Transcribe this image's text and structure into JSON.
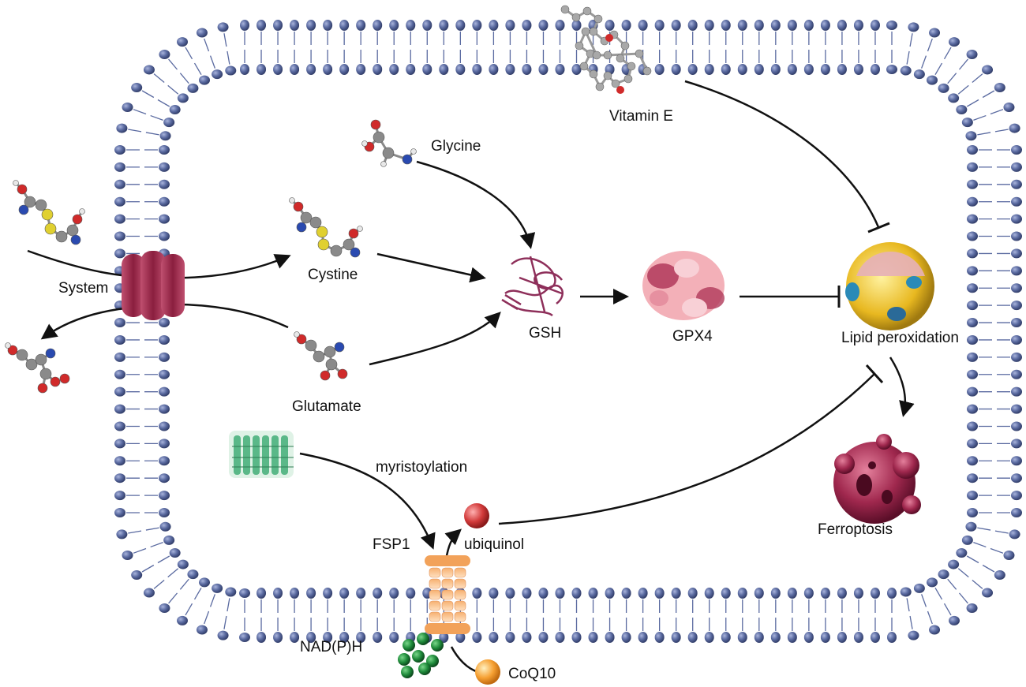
{
  "labels": {
    "vitamin_e": "Vitamin E",
    "glycine": "Glycine",
    "cystine": "Cystine",
    "system": "System",
    "glutamate": "Glutamate",
    "gsh": "GSH",
    "gpx4": "GPX4",
    "lipid_peroxidation": "Lipid peroxidation",
    "ferroptosis": "Ferroptosis",
    "myristoylation": "myristoylation",
    "fsp1": "FSP1",
    "ubiquinol": "ubiquinol",
    "nadph": "NAD(P)H",
    "coq10": "CoQ10"
  },
  "colors": {
    "membrane_head": "#4a5a8c",
    "membrane_head_light": "#8a98c4",
    "transporter": "#9a2a4a",
    "gsh_protein": "#8e2f5a",
    "gpx4_protein": "#f0a8b0",
    "fsp1_transporter": "#f2a25a",
    "myristoyl_protein": "#4aa87a",
    "nadph_beads": "#1e8a3a",
    "coq10_bead": "#f5a030",
    "ubiquinol_bead": "#c8323a",
    "ferroptosis_cell": "#a0284e",
    "lipid_droplet": "#e8b820"
  }
}
